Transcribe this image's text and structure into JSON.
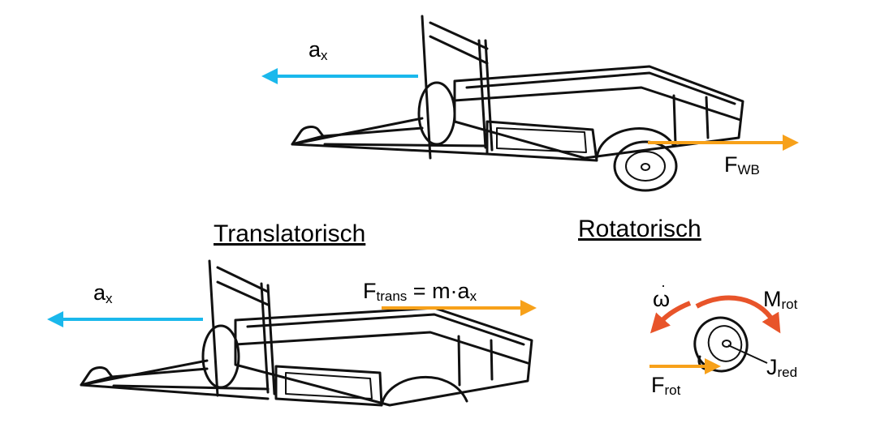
{
  "headings": {
    "translational": "Translatorisch",
    "rotational": "Rotatorisch"
  },
  "labels": {
    "top_accel": {
      "main": "a",
      "sub": "x"
    },
    "top_force": {
      "main": "F",
      "sub": "WB"
    },
    "bottom_accel": {
      "main": "a",
      "sub": "x"
    },
    "trans_force": {
      "main": "F",
      "sub": "trans",
      "eq": " = m·a",
      "eq_sub": "x"
    },
    "omega": "ω",
    "moment": {
      "main": "M",
      "sub": "rot"
    },
    "inertia": {
      "main": "J",
      "sub": "red"
    },
    "rot_force": {
      "main": "F",
      "sub": "rot"
    }
  },
  "colors": {
    "acceleration_arrow": "#1ab8ec",
    "force_arrow": "#f7a11a",
    "rotation_arrow": "#e8542a",
    "line_art": "#111111"
  },
  "icons": {
    "trailer": "trailer-drawing",
    "wheel": "wheel-drawing"
  }
}
